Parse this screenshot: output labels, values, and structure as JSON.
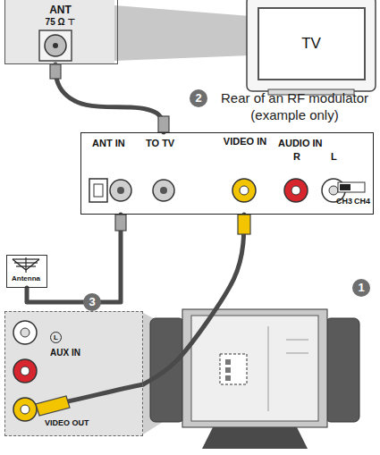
{
  "diagram": {
    "nodes": [
      {
        "text": [
          "ANT",
          "75 Ω ⊤"
        ]
      },
      {
        "text": [
          "TV"
        ]
      },
      {
        "text": [
          "ANT IN",
          "TO TV",
          "VIDEO IN",
          "AUDIO IN",
          "R",
          "L",
          "CH3",
          "CH4"
        ]
      },
      {
        "text": [
          "Antenna"
        ]
      },
      {
        "text": [
          "L",
          "AUX IN",
          "VIDEO OUT"
        ]
      }
    ],
    "edges": [
      {
        "from": 4,
        "to": 2,
        "label": "1",
        "arrow": "none"
      },
      {
        "from": 2,
        "to": 0,
        "label": "2",
        "arrow": "none"
      },
      {
        "from": 3,
        "to": 2,
        "label": "3",
        "arrow": "none"
      }
    ],
    "labels": [
      "Rear of an RF modulator (example only)"
    ]
  }
}
